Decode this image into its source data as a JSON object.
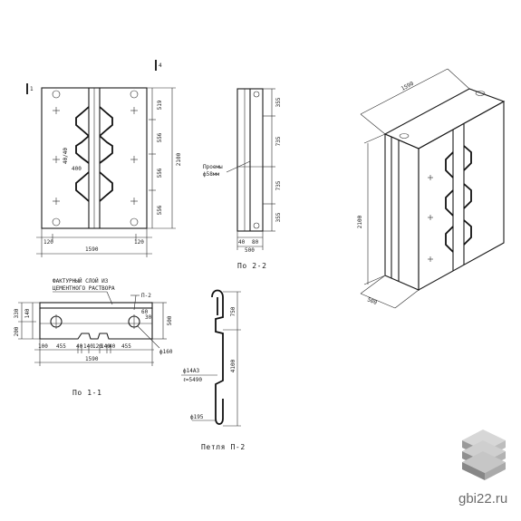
{
  "watermark": {
    "text": "gbi22.ru"
  },
  "logo": {
    "icon": "stacked-blocks-icon"
  },
  "front_view": {
    "height_total": "2100",
    "seg_top": "519",
    "seg_mid1": "556",
    "seg_mid2": "556",
    "seg_bot": "556",
    "width_total": "1590",
    "edge_left": "120",
    "edge_right": "120",
    "notch_w": "400",
    "notch_h": "40/40",
    "top_mark": "4",
    "section_mark": "1"
  },
  "side_view": {
    "seg1": "355",
    "seg2": "735",
    "seg3": "735",
    "seg4": "355",
    "base_a": "40",
    "base_b": "80",
    "base_total": "500",
    "hole_label": "Проемы",
    "hole_dia": "ф58мм",
    "title": "По 2-2"
  },
  "section_view": {
    "facing_label_1": "ФАКТУРНЫЙ СЛОЙ ИЗ",
    "facing_label_2": "ЦЕМЕНТНОГО РАСТВОРА",
    "cut_mark": "П-2",
    "h1": "330",
    "h2": "140",
    "h3": "200",
    "side_right": "500",
    "seg_a": "455",
    "seg_b": "40",
    "seg_c": "140",
    "seg_d": "120",
    "seg_e": "140",
    "seg_f": "40",
    "seg_g": "455",
    "edge": "100",
    "dim_inner": "60",
    "dim_side": "30",
    "total_w": "1590",
    "dia": "ф160",
    "title": "По 1-1"
  },
  "loop_view": {
    "top_len": "750",
    "main_len": "4100",
    "rebar_label": "ф14A3",
    "rebar_len": "ℓ=5490",
    "bottom_dia": "ф195",
    "title": "Петля П-2"
  },
  "iso_view": {
    "length": "1590",
    "height": "2100",
    "depth": "500"
  }
}
